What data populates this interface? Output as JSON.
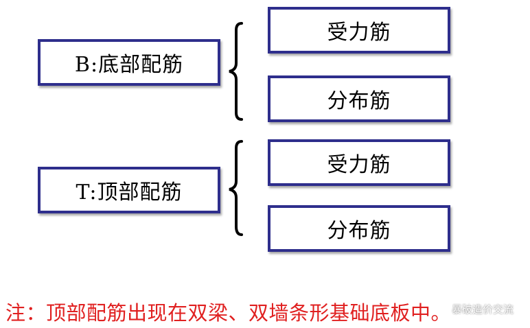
{
  "diagram": {
    "bottom_group": {
      "label": "B:底部配筋",
      "children": [
        "受力筋",
        "分布筋"
      ]
    },
    "top_group": {
      "label": "T:顶部配筋",
      "children": [
        "受力筋",
        "分布筋"
      ]
    },
    "note": "注：顶部配筋出现在双梁、双墙条形基础底板中。",
    "watermark": "暴破造价交流",
    "colors": {
      "box_border": "#2e2e8c",
      "note_text": "#e02020"
    }
  }
}
